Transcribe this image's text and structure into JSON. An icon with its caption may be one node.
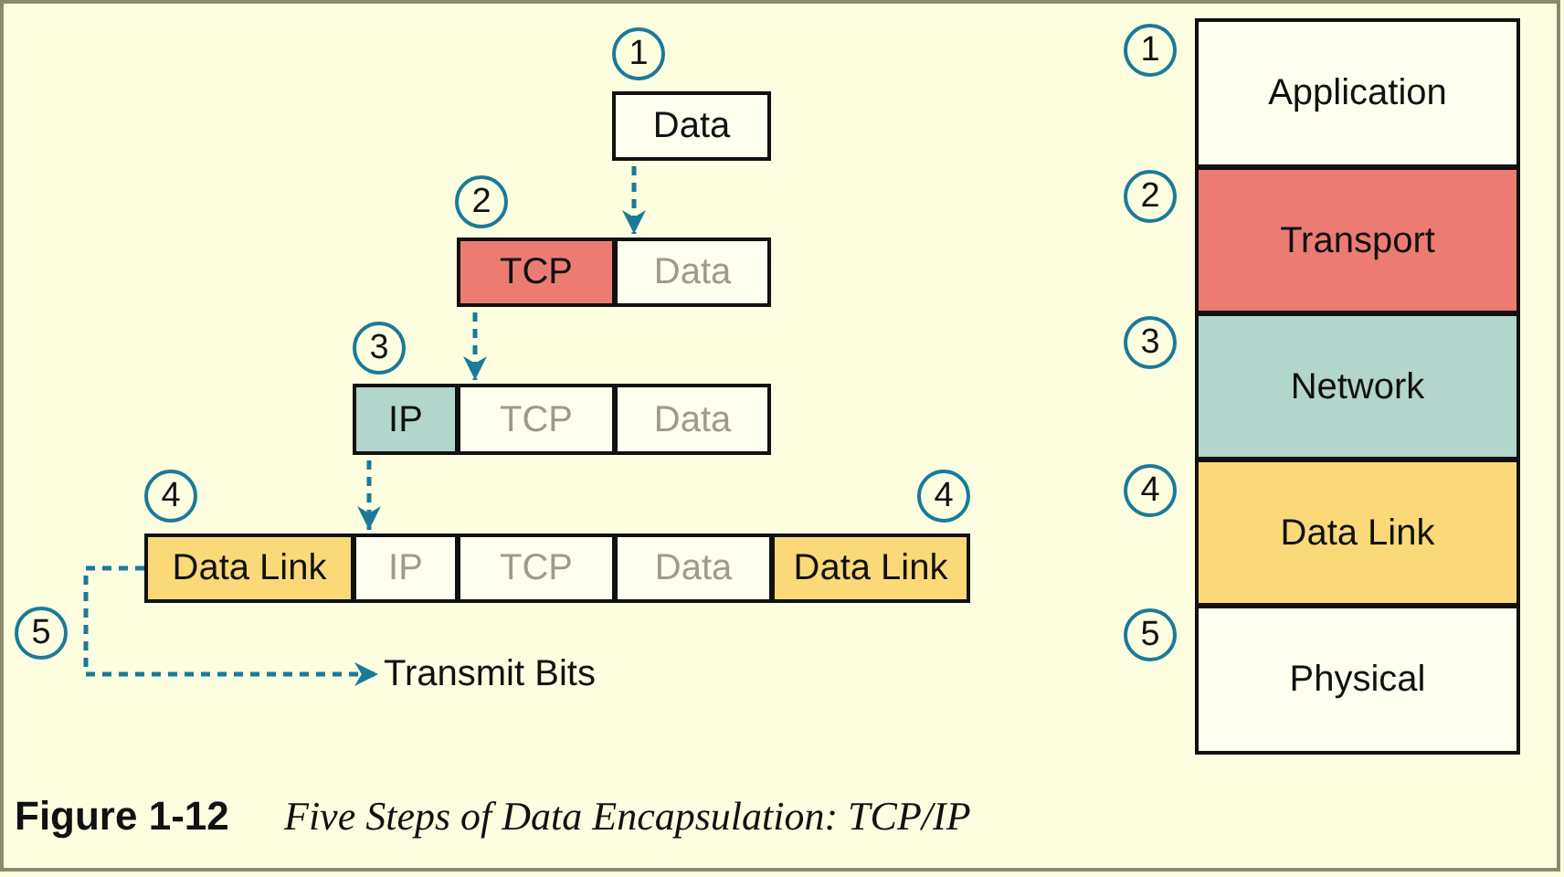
{
  "diagram": {
    "caption": "**Figure 1-12** *Five Steps of Data Encapsulation: TCP/IP*",
    "nodes": [
      {
        "text": [
          "1"
        ]
      },
      {
        "text": [
          "Data"
        ]
      },
      {
        "text": [
          "2"
        ]
      },
      {
        "text": [
          "TCP"
        ]
      },
      {
        "text": [
          "Data"
        ]
      },
      {
        "text": [
          "3"
        ]
      },
      {
        "text": [
          "IP"
        ]
      },
      {
        "text": [
          "TCP"
        ]
      },
      {
        "text": [
          "Data"
        ]
      },
      {
        "text": [
          "4"
        ]
      },
      {
        "text": [
          "4"
        ]
      },
      {
        "text": [
          "Data Link"
        ]
      },
      {
        "text": [
          "IP"
        ]
      },
      {
        "text": [
          "TCP"
        ]
      },
      {
        "text": [
          "Data"
        ]
      },
      {
        "text": [
          "Data Link"
        ]
      },
      {
        "text": [
          "5"
        ]
      },
      {
        "text": [
          "Transmit Bits"
        ]
      },
      {
        "text": [
          "1"
        ]
      },
      {
        "text": [
          "Application"
        ]
      },
      {
        "text": [
          "2"
        ]
      },
      {
        "text": [
          "Transport"
        ]
      },
      {
        "text": [
          "3"
        ]
      },
      {
        "text": [
          "Network"
        ]
      },
      {
        "text": [
          "4"
        ]
      },
      {
        "text": [
          "Data Link"
        ]
      },
      {
        "text": [
          "5"
        ]
      },
      {
        "text": [
          "Physical"
        ]
      }
    ],
    "edges": [
      {
        "from": 1,
        "to": 4,
        "arrow": "to",
        "style": "dashed"
      },
      {
        "from": 3,
        "to": 7,
        "arrow": "to",
        "style": "dashed"
      },
      {
        "from": 6,
        "to": 12,
        "arrow": "to",
        "style": "dashed"
      },
      {
        "from": 11,
        "to": 17,
        "arrow": "to",
        "style": "dashed"
      }
    ]
  }
}
